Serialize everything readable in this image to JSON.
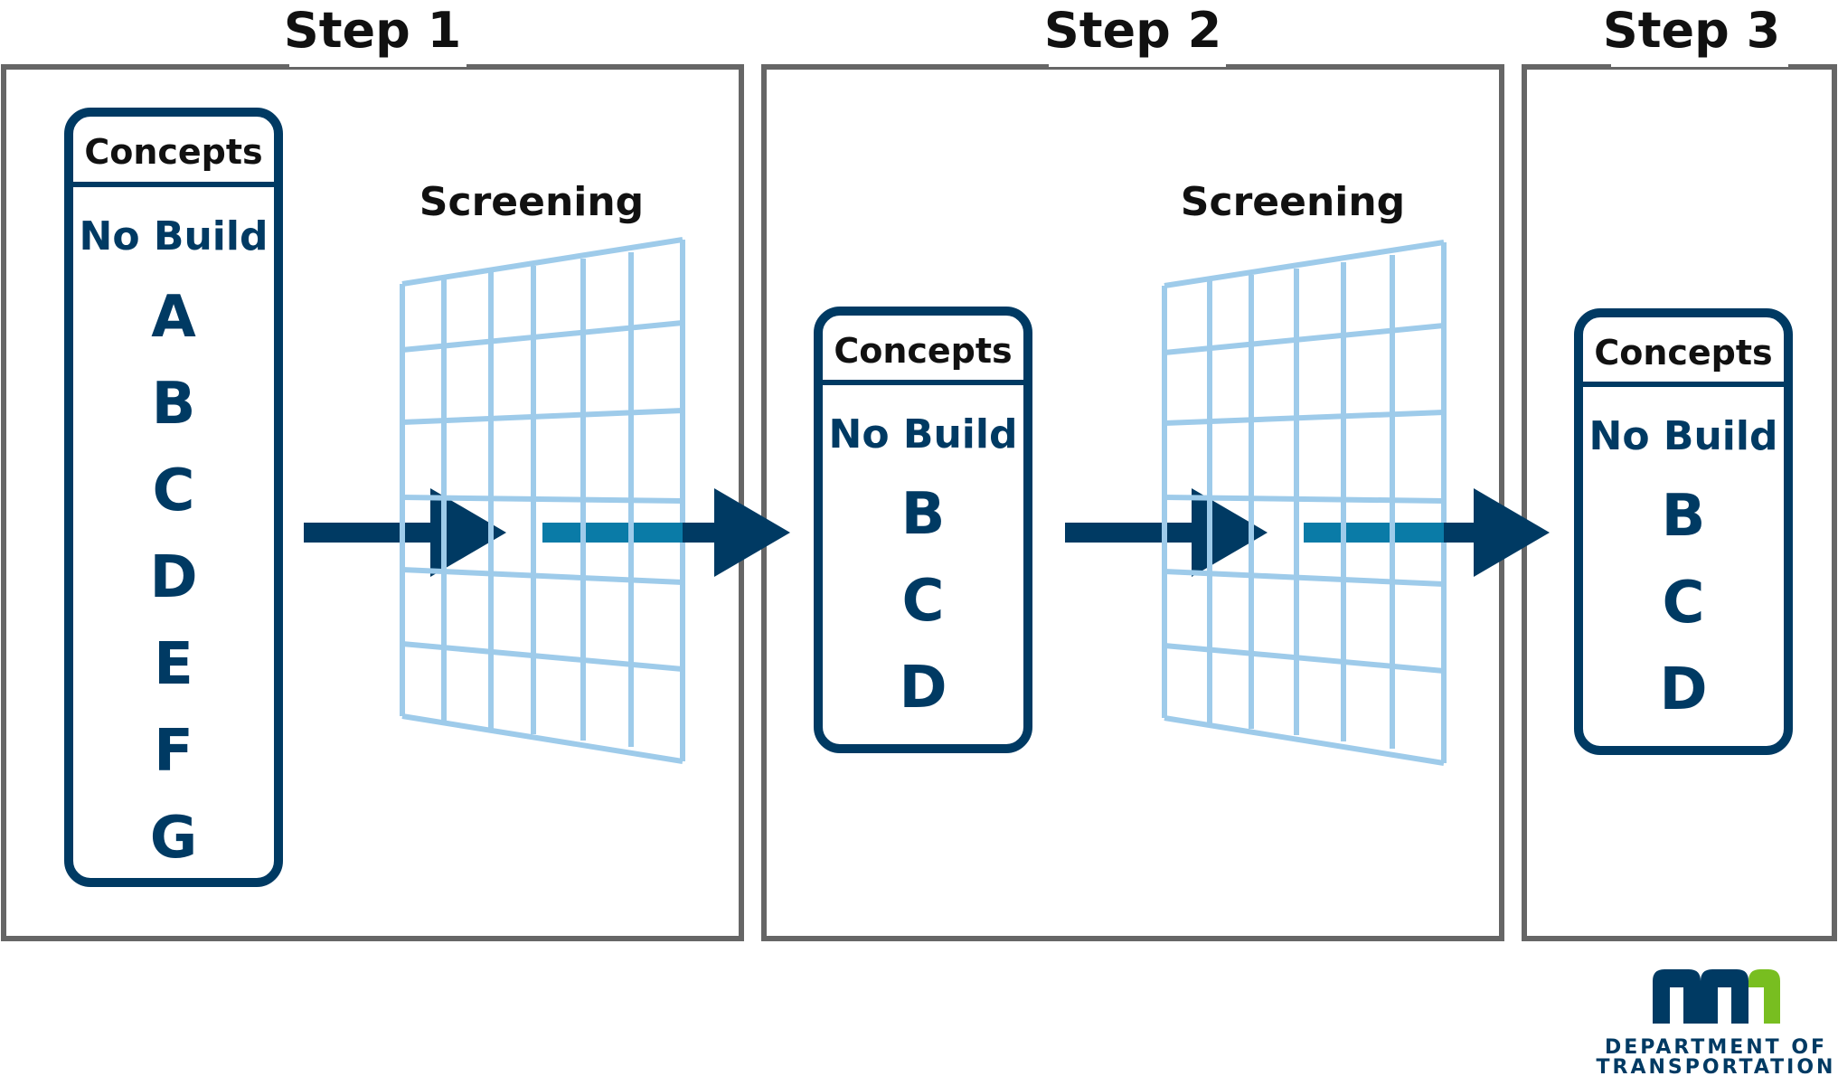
{
  "colors": {
    "frame": "#666666",
    "navy": "#003a63",
    "grid": "#9ecbea",
    "teal": "#0a7ba7",
    "logo_blue": "#003a63",
    "logo_green": "#78be20"
  },
  "steps": [
    {
      "title": "Step 1"
    },
    {
      "title": "Step 2"
    },
    {
      "title": "Step 3"
    }
  ],
  "screens": [
    {
      "label": "Screening"
    },
    {
      "label": "Screening"
    }
  ],
  "concept_boxes": [
    {
      "heading": "Concepts",
      "first": "No Build",
      "items": [
        "A",
        "B",
        "C",
        "D",
        "E",
        "F",
        "G"
      ]
    },
    {
      "heading": "Concepts",
      "first": "No Build",
      "items": [
        "B",
        "C",
        "D"
      ]
    },
    {
      "heading": "Concepts",
      "first": "No Build",
      "items": [
        "B",
        "C",
        "D"
      ]
    }
  ],
  "logo": {
    "mark_icon": "mn-logo-icon",
    "line1": "DEPARTMENT OF",
    "line2": "TRANSPORTATION"
  }
}
